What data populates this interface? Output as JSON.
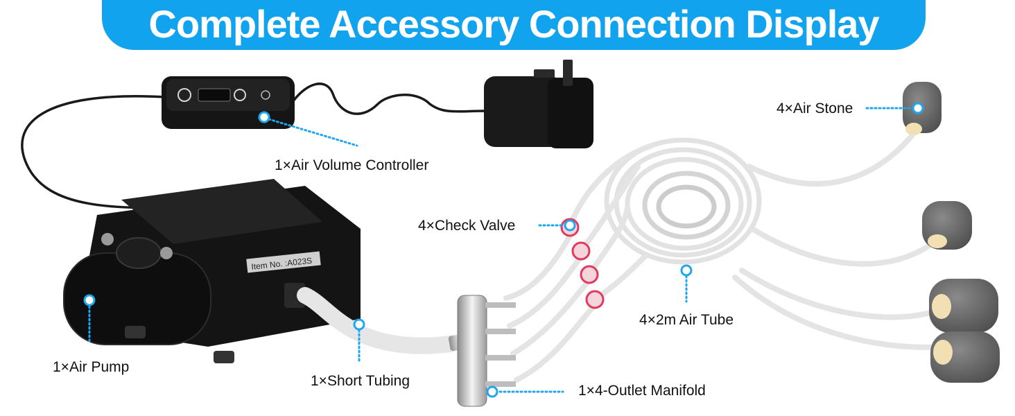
{
  "banner": {
    "title": "Complete Accessory Connection Display"
  },
  "labels": {
    "controller": "1×Air Volume Controller",
    "pump": "1×Air Pump",
    "short_tubing": "1×Short Tubing",
    "manifold": "1×4-Outlet Manifold",
    "check_valve": "4×Check Valve",
    "air_tube": "4×2m Air Tube",
    "air_stone": "4×Air Stone"
  },
  "device": {
    "item_no": "Item No. :A023S"
  },
  "colors": {
    "banner": "#12a3ee",
    "callout": "#1ea6ee",
    "device": "#111111",
    "tube": "#e6e6e6",
    "valve": "#e03a5c",
    "stone": "#6b6b6b",
    "stone_cap": "#f2dfb4"
  }
}
